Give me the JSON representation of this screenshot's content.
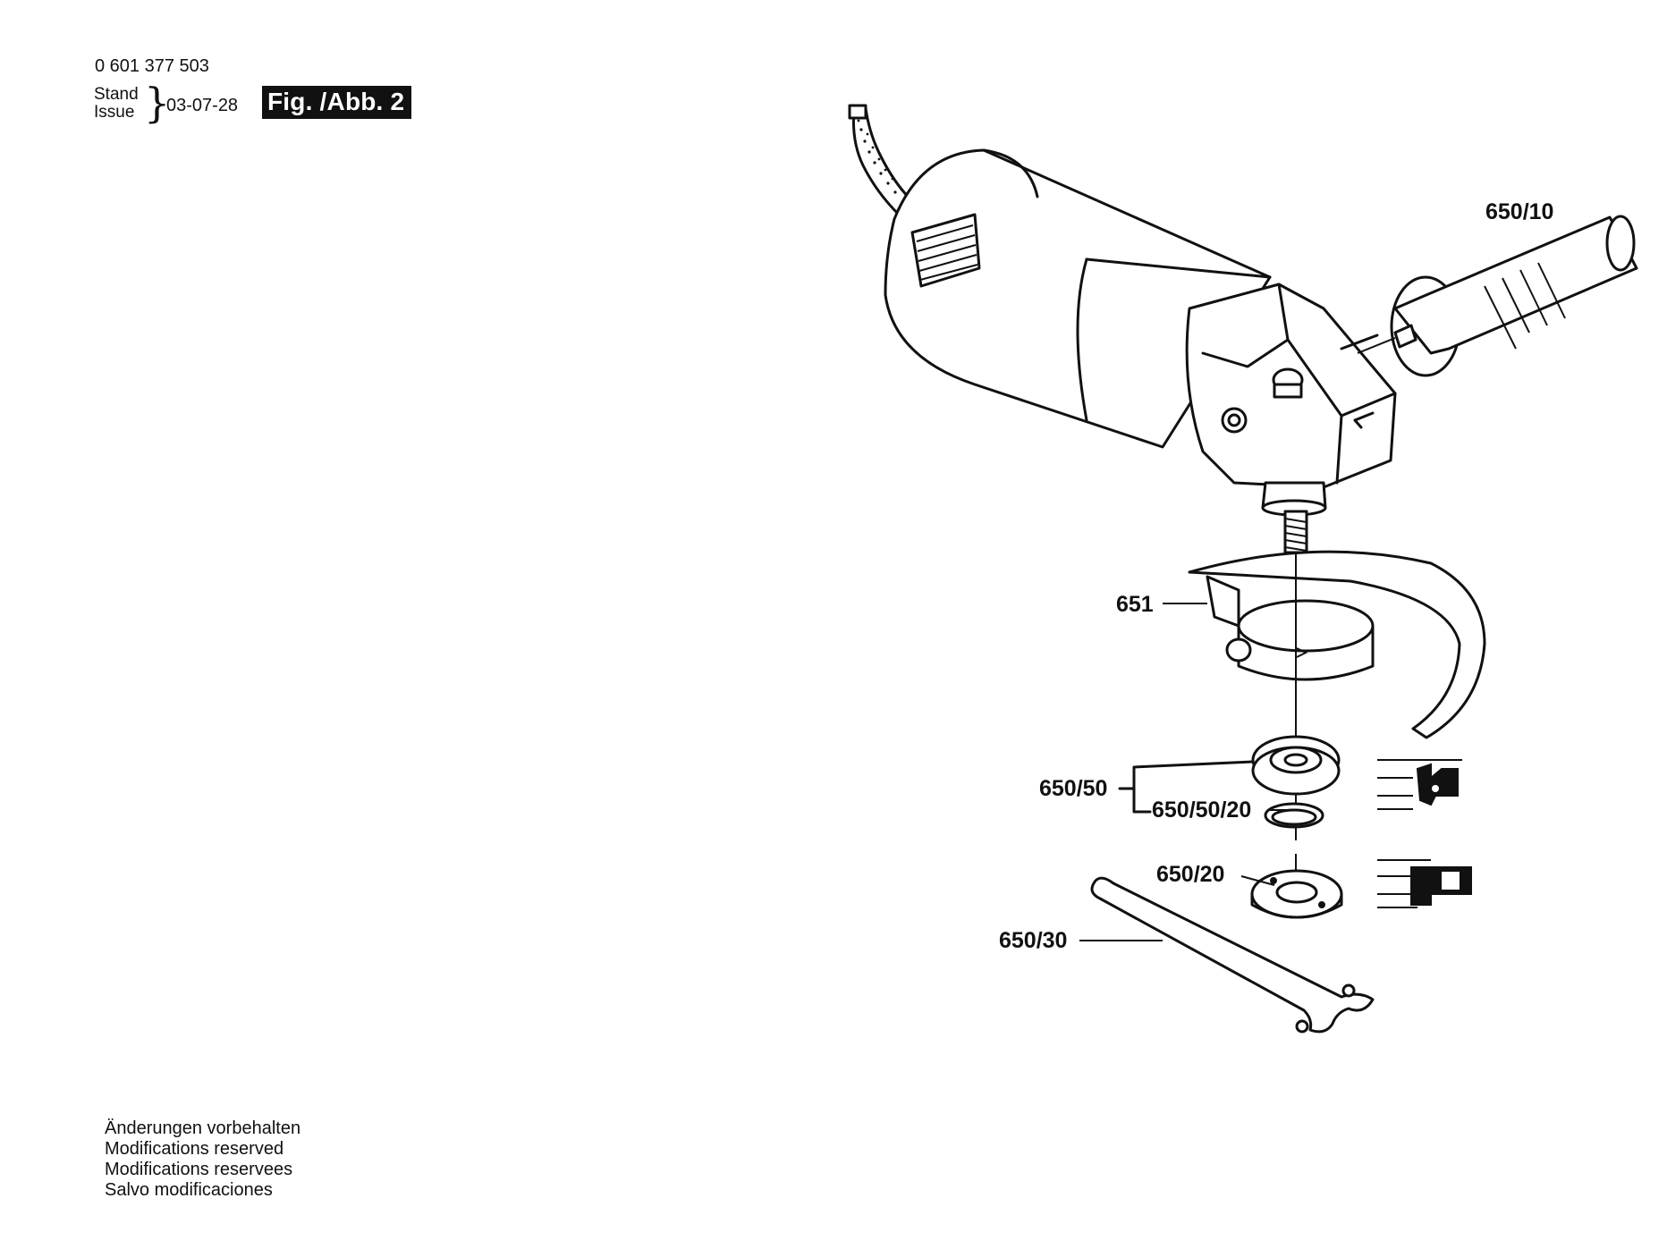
{
  "header": {
    "part_number": "0 601 377 503",
    "stand_label": "Stand",
    "issue_label": "Issue",
    "issue_date": "03-07-28",
    "figure_label": "Fig. /Abb. 2"
  },
  "callouts": {
    "side_handle": "650/10",
    "protective_guard": "651",
    "mounting_flange": "650/50",
    "o_ring": "650/50/20",
    "clamping_nut": "650/20",
    "spanner": "650/30"
  },
  "footer_notes": [
    "Änderungen vorbehalten",
    "Modifications reserved",
    "Modifications reservees",
    "Salvo modificaciones"
  ],
  "colors": {
    "ink": "#111111",
    "paper": "#ffffff"
  }
}
